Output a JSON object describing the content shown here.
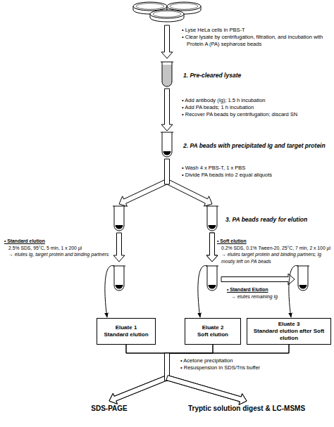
{
  "diagram": {
    "nodes": [
      {
        "text": [
          "1. Pre-cleared lysate"
        ]
      },
      {
        "text": [
          "2. PA beads with precipitated Ig and target protein"
        ]
      },
      {
        "text": [
          "3. PA beads ready for elution"
        ]
      },
      {
        "text": [
          "Eluate 1",
          "Standard elution"
        ]
      },
      {
        "text": [
          "Eluate 2",
          "Soft elution"
        ]
      },
      {
        "text": [
          "Eluate 3",
          "Standard elution after Soft elution"
        ]
      },
      {
        "text": [
          "SDS-PAGE"
        ]
      },
      {
        "text": [
          "Tryptic solution digest & LC-MSMS"
        ]
      }
    ],
    "edges": [
      {
        "from": 0,
        "to": 1,
        "arrow": "to"
      },
      {
        "from": 1,
        "to": 2,
        "arrow": "to"
      },
      {
        "from": 2,
        "to": 3,
        "arrow": "to"
      },
      {
        "from": 2,
        "to": 4,
        "arrow": "to"
      },
      {
        "from": 2,
        "to": 5,
        "arrow": "to"
      },
      {
        "from": 3,
        "to": 6,
        "arrow": "to"
      },
      {
        "from": 3,
        "to": 7,
        "arrow": "to"
      },
      {
        "from": 4,
        "to": 6,
        "arrow": "to"
      },
      {
        "from": 4,
        "to": 7,
        "arrow": "to"
      },
      {
        "from": 5,
        "to": 6,
        "arrow": "to"
      },
      {
        "from": 5,
        "to": 7,
        "arrow": "to"
      }
    ],
    "labels": [
      "• Lyse HeLa cells in PBS-T",
      "• Clear lysate by centrifugation, filtration, and incubation with Protein A (PA) sepharose beads",
      "• Add antibody (Ig); 1.5 h incubation",
      "• Add PA beads; 1 h incubation",
      "• Recover PA beads by centrifugation; discard SN",
      "• Wash 4 x PBS-T, 1 x PBS",
      "• Divide PA beads into 2 equal aliquots",
      "• Standard elution",
      "2.5% SDS, 95°C, 5 min, 1 x 200 µl",
      "→ elutes Ig, target protein and binding partners",
      "• Soft elution",
      "0.2% SDS, 0.1% Tween-20, 25°C, 7 min, 2 x 100 µl",
      "→ elutes target protein and binding partners; Ig mostly left on PA beads",
      "• Standard Elution",
      "→ elutes remaining Ig",
      "• Acetone precipitation",
      "• Resuspension in SDS/Tris buffer"
    ]
  }
}
